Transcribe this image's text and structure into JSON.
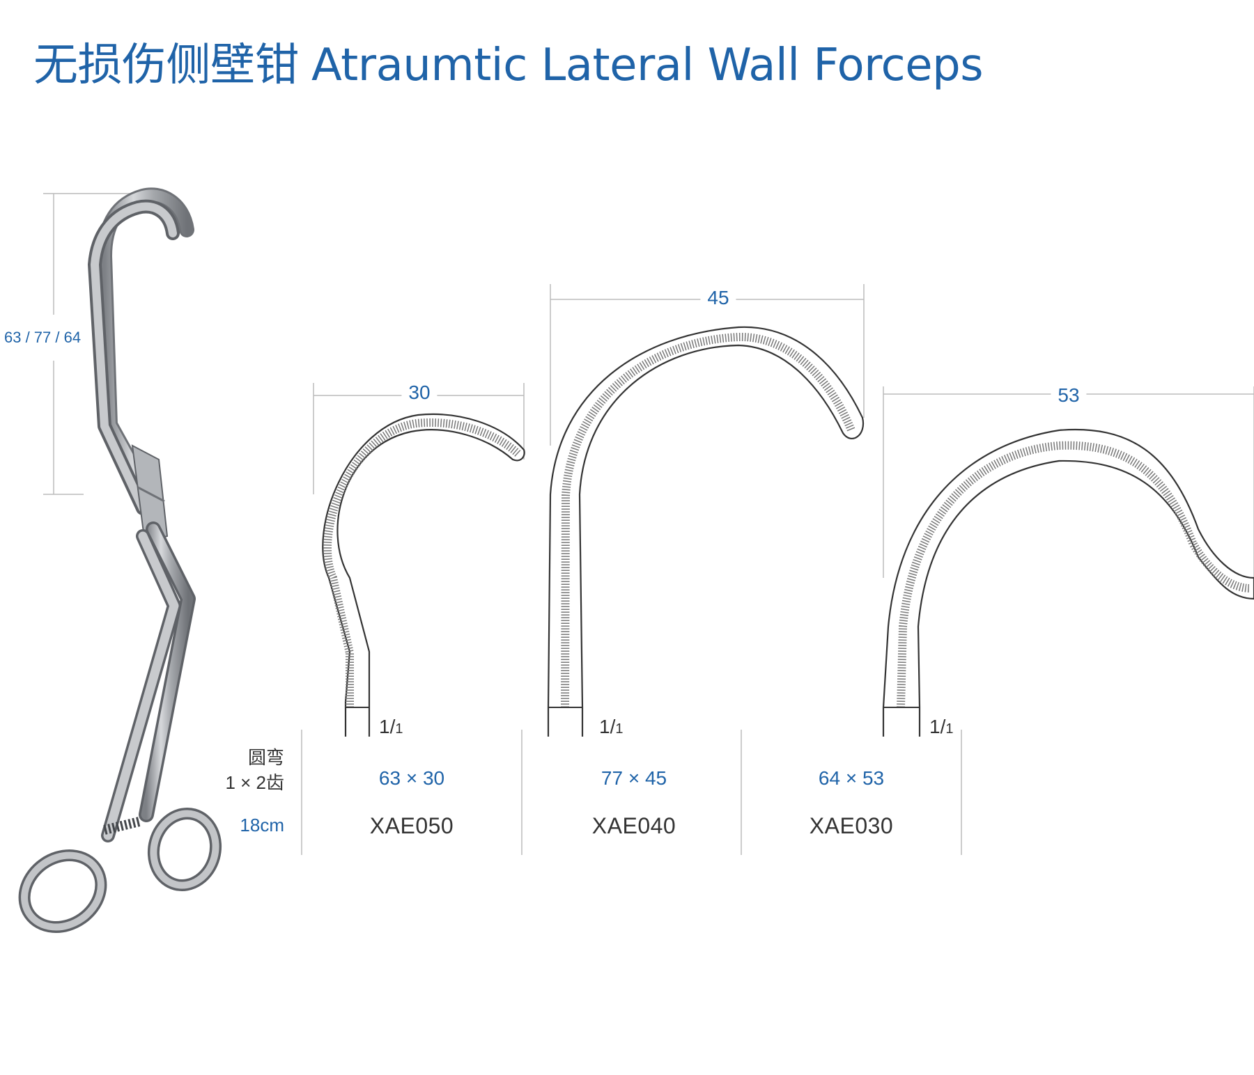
{
  "title": {
    "cn": "无损伤侧壁钳",
    "en": "Atraumtic Lateral Wall Forceps"
  },
  "instrument": {
    "jaw_length_label": "63 / 77 / 64"
  },
  "row_labels": {
    "curve": "圆弯",
    "teeth": "1 × 2齿",
    "length": "18cm"
  },
  "variants": [
    {
      "code": "XAE050",
      "size": "63 × 30",
      "width_dim": "30",
      "teeth_num": "1",
      "teeth_den": "1"
    },
    {
      "code": "XAE040",
      "size": "77 × 45",
      "width_dim": "45",
      "teeth_num": "1",
      "teeth_den": "1"
    },
    {
      "code": "XAE030",
      "size": "64 × 53",
      "width_dim": "53",
      "teeth_num": "1",
      "teeth_den": "1"
    }
  ],
  "colors": {
    "accent": "#1f63a8",
    "text": "#333333",
    "line": "#b8b8b8",
    "steel": "#a9acb0"
  }
}
